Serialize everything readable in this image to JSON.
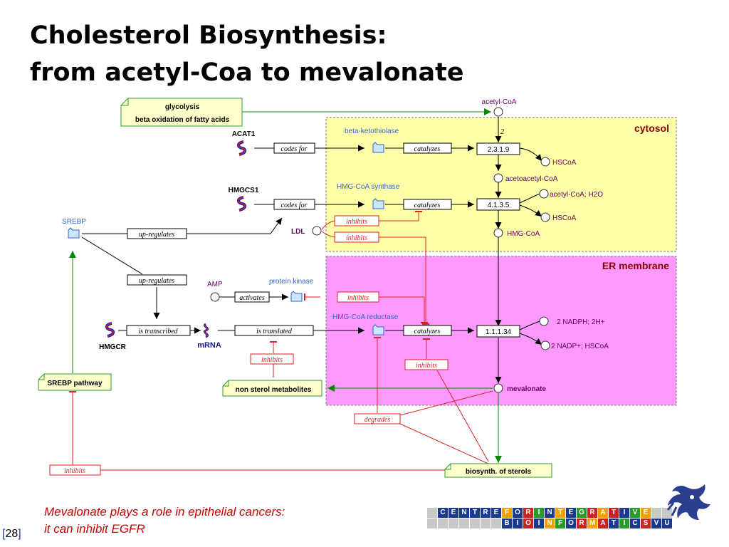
{
  "title": {
    "line1": "Cholesterol Biosynthesis:",
    "line2": "from acetyl-Coa to mevalonate"
  },
  "caption": {
    "line1": "Mevalonate plays a role in epithelial cancers:",
    "line2": "it can inhibit EGFR"
  },
  "slide_number": "28",
  "compartments": {
    "cytosol": "cytosol",
    "er": "ER membrane"
  },
  "notes": {
    "glycolysis_1": "glycolysis",
    "glycolysis_2": "beta oxidation of fatty acids",
    "srebp_pathway": "SREBP pathway",
    "non_sterol": "non sterol metabolites",
    "biosynth": "biosynth. of sterols"
  },
  "genes": {
    "acat1": "ACAT1",
    "hmgcs1": "HMGCS1",
    "hmgcr": "HMGCR",
    "mrna": "mRNA"
  },
  "proteins": {
    "srebp": "SREBP",
    "beta_ketothiolase": "beta-ketothiolase",
    "hmg_coa_synthase": "HMG-CoA synthase",
    "protein_kinase": "protein kinase",
    "hmg_coa_reductase": "HMG-CoA reductase"
  },
  "metabolites": {
    "acetyl_coa": "acetyl-CoA",
    "hscoa_1": "HSCoA",
    "acetoacetyl_coa": "acetoacetyl-CoA",
    "acetyl_coa_h2o": "acetyl-CoA; H2O",
    "hscoa_2": "HSCoA",
    "hmg_coa": "HMG-CoA",
    "ldl": "LDL",
    "amp": "AMP",
    "nadph": "2 NADPH; 2H+",
    "nadp": "2 NADP+; HSCoA",
    "mevalonate": "mevalonate"
  },
  "enzymes": {
    "ec_1": "2.3.1.9",
    "ec_2": "4.1.3.5",
    "ec_3": "1.1.1.34"
  },
  "stoichiometry": "2",
  "relations": {
    "codes_for_1": "codes for",
    "codes_for_2": "codes for",
    "catalyzes_1": "catalyzes",
    "catalyzes_2": "catalyzes",
    "catalyzes_3": "catalyzes",
    "up_regulates_1": "up-regulates",
    "up_regulates_2": "up-regulates",
    "activates": "activates",
    "is_transcribed": "is transcribed",
    "is_translated": "is translated",
    "inhibits_1": "inhibits",
    "inhibits_2": "inhibits",
    "inhibits_3": "inhibits",
    "inhibits_4": "inhibits",
    "inhibits_5": "inhibits",
    "inhibits_6": "inhibits",
    "degrades": "degrades"
  },
  "stamp": {
    "row1": [
      "",
      "C",
      "E",
      "N",
      "T",
      "R",
      "E",
      "F",
      "O",
      "R",
      "I",
      "N",
      "T",
      "E",
      "G",
      "R",
      "A",
      "T",
      "I",
      "V",
      "E",
      "",
      ""
    ],
    "row2": [
      "",
      "",
      "",
      "",
      "",
      "",
      "",
      "B",
      "I",
      "O",
      "I",
      "N",
      "F",
      "O",
      "R",
      "M",
      "A",
      "T",
      "I",
      "C",
      "S",
      "V",
      "U"
    ]
  },
  "colors": {
    "cytosol_fill": "#ffffa8",
    "er_fill": "#ff99ff",
    "note_fill": "#ffffcc",
    "note_border": "#339933",
    "activation_arrow": "#008800",
    "inhibition": "#dd2222",
    "protein_text": "#3366cc",
    "small_molecule_text": "#660066",
    "compartment_text": "#880000",
    "caption_text": "#cc0000"
  }
}
